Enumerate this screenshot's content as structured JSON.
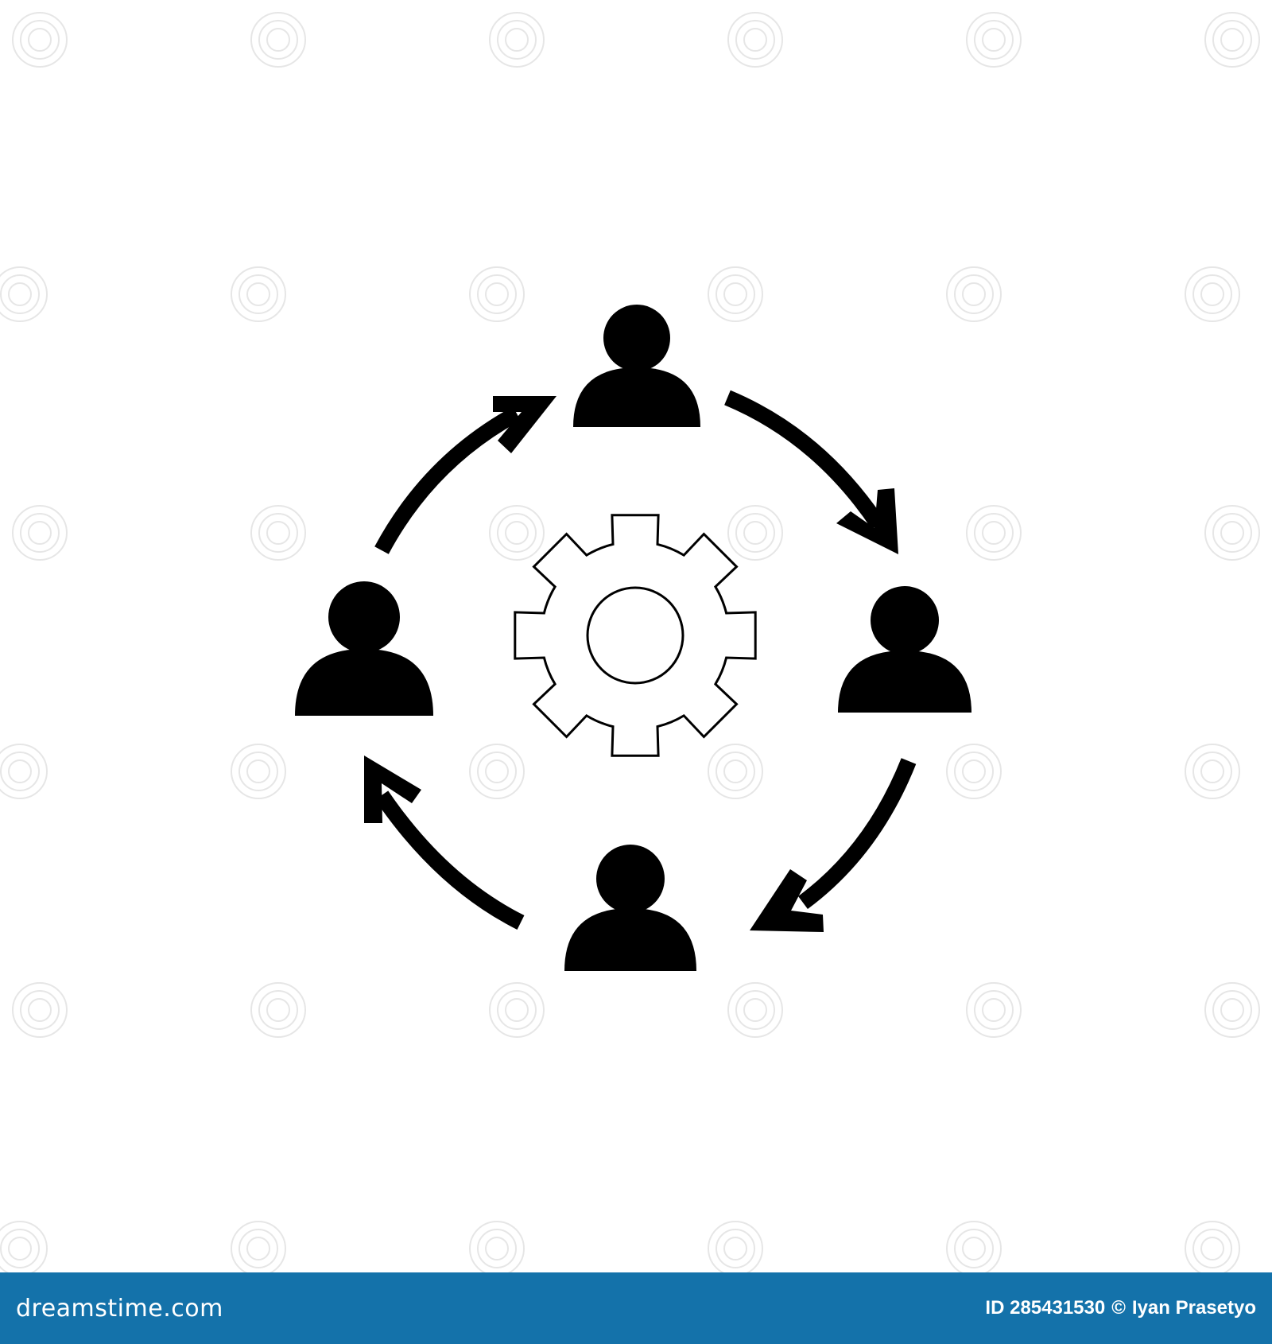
{
  "colors": {
    "background": "#ffffff",
    "icon": "#000000",
    "footer_bar": "#1472aa",
    "footer_text": "#ffffff",
    "watermark": "#e6e6e6"
  },
  "icons": {
    "center": "gear-icon",
    "people": [
      "person-icon",
      "person-icon",
      "person-icon",
      "person-icon"
    ],
    "flow": "circular-arrows-icon"
  },
  "footer": {
    "site_logo": "dreamstime.com",
    "image_id": "ID 285431530",
    "copyright_symbol": "©",
    "author": "Iyan Prasetyo"
  }
}
